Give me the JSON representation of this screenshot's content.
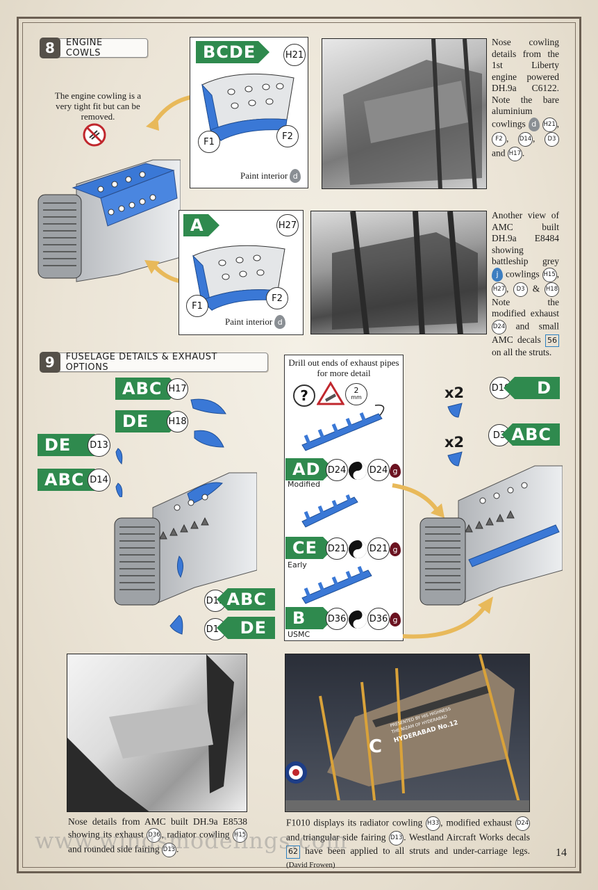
{
  "section8": {
    "number": "8",
    "title": "ENGINE COWLS",
    "note": "The engine cowling is a very tight fit but can be removed.",
    "panel_top": {
      "tag": "BCDE",
      "parts": [
        "H21",
        "F1",
        "F2"
      ],
      "paint_label": "Paint interior",
      "paint_code": "d"
    },
    "panel_bottom": {
      "tag": "A",
      "parts": [
        "H27",
        "F1",
        "F2"
      ],
      "paint_label": "Paint interior",
      "paint_code": "d"
    },
    "caption1": {
      "text_a": "Nose cowling details from the 1st Liberty engine powered DH.9a C6122. Note the bare aluminium cowlings",
      "code_d": "d",
      "part_a": "H21",
      "part_b": "F2",
      "part_c": "D14",
      "part_d": "D3",
      "and": "and",
      "part_e": "H17"
    },
    "caption2": {
      "text_a": "Another view of AMC built DH.9a E8484 showing battleship grey",
      "code_j": "j",
      "cowlings": "cowlings",
      "part_a": "H15",
      "part_b": "H27",
      "part_c": "D3",
      "amp": "&",
      "part_d": "H18",
      "text_b": "Note the modified exhaust",
      "part_e": "D24",
      "text_c": "and small AMC decals",
      "decal": "56",
      "text_d": "on all the struts."
    }
  },
  "section9": {
    "number": "9",
    "title": "FUSELAGE DETAILS & EXHAUST OPTIONS",
    "left_callouts": [
      {
        "tag": "ABC",
        "part": "H17"
      },
      {
        "tag": "DE",
        "part": "H18"
      },
      {
        "tag": "DE",
        "part": "D13"
      },
      {
        "tag": "ABC",
        "part": "D14"
      }
    ],
    "bottom_callouts": [
      {
        "tag": "ABC",
        "part": "D13"
      },
      {
        "tag": "DE",
        "part": "D14"
      }
    ],
    "exhaust_panel": {
      "note": "Drill out ends of exhaust pipes for more detail",
      "drill_size": "2",
      "drill_unit": "mm",
      "question": "?",
      "options": [
        {
          "tag": "AD",
          "part_left": "D24",
          "part_right": "D24",
          "paint": "g",
          "label": "Modified"
        },
        {
          "tag": "CE",
          "part_left": "D21",
          "part_right": "D21",
          "paint": "g",
          "label": "Early"
        },
        {
          "tag": "B",
          "part_left": "D36",
          "part_right": "D36",
          "paint": "g",
          "label": "USMC"
        }
      ]
    },
    "right_callouts": [
      {
        "qty": "x2",
        "part": "D10",
        "tag": "D"
      },
      {
        "qty": "x2",
        "part": "D3",
        "tag": "ABC"
      }
    ]
  },
  "caption3": {
    "text_a": "Nose details from AMC built DH.9a E8538 showing its exhaust",
    "part_a": "D36",
    "text_b": ", radiator cowling",
    "part_b": "H15",
    "text_c": "and rounded side fairing",
    "part_c": "D13",
    "text_d": "."
  },
  "caption4": {
    "text_a": "F1010 displays its radiator cowling",
    "part_a": "H33",
    "text_b": ", modified exhaust",
    "part_b": "D24",
    "text_c": "and triangular side fairing",
    "part_c": "D13",
    "text_d": ". Westland Aircraft Works decals",
    "decal": "62",
    "text_e": "have been applied to all struts and under-carriage legs.",
    "credit": "(David Frowen)"
  },
  "photo4_text": {
    "letter": "C",
    "line1": "PRESENTED BY HIS HIGHNESS",
    "line2": "THE NIZAM OF HYDERABAD",
    "line3": "HYDERABAD No.12"
  },
  "watermark": "www.wingsmodelings.com",
  "page_number": "14",
  "colors": {
    "green": "#2f8a4e",
    "blue": "#3a78d6",
    "paint_d": "#8a8f94",
    "paint_j": "#3d7ec0",
    "paint_g": "#6b1220"
  }
}
